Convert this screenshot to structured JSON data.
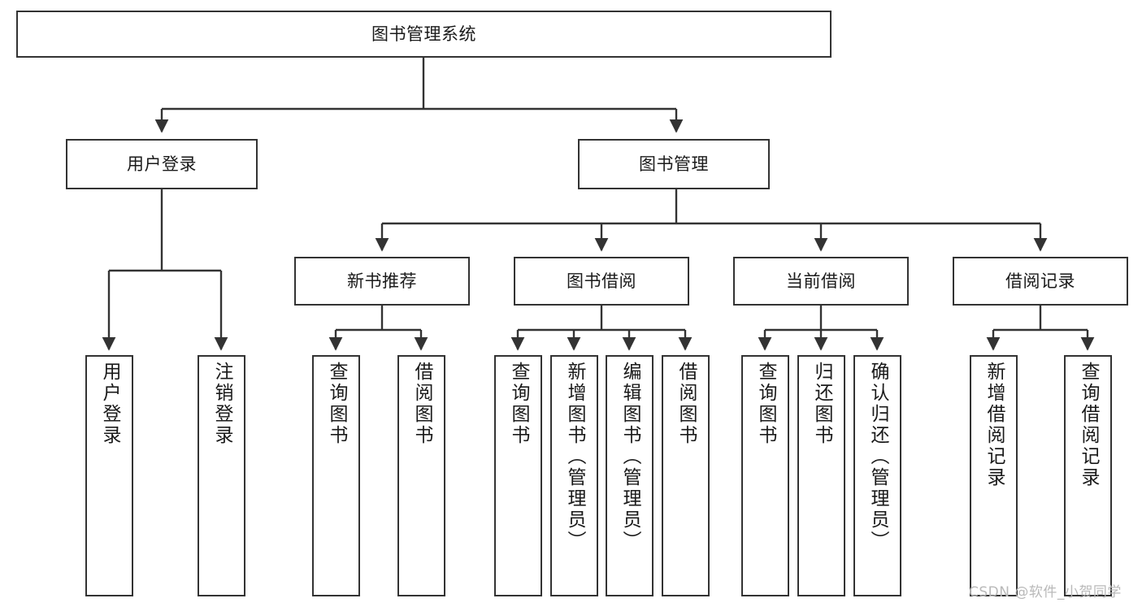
{
  "diagram": {
    "title": "图书管理系统",
    "type": "function-structure-tree",
    "colors": {
      "box_border": "#333333",
      "box_fill": "#ffffff",
      "edge": "#333333",
      "text": "#1a1a1a",
      "background": "#ffffff",
      "watermark": "#b9b9b9"
    },
    "root": {
      "label": "图书管理系统"
    },
    "level2": [
      {
        "label": "用户登录"
      },
      {
        "label": "图书管理"
      }
    ],
    "level3": [
      {
        "label": "新书推荐"
      },
      {
        "label": "图书借阅"
      },
      {
        "label": "当前借阅"
      },
      {
        "label": "借阅记录"
      }
    ],
    "leaves": {
      "user_login": [
        {
          "label": "用户登录"
        },
        {
          "label": "注销登录"
        }
      ],
      "new_book": [
        {
          "label": "查询图书"
        },
        {
          "label": "借阅图书"
        }
      ],
      "book_borrow": [
        {
          "label": "查询图书"
        },
        {
          "label": "新增图书（管理员）"
        },
        {
          "label": "编辑图书（管理员）"
        },
        {
          "label": "借阅图书"
        }
      ],
      "current_borrow": [
        {
          "label": "查询图书"
        },
        {
          "label": "归还图书"
        },
        {
          "label": "确认归还（管理员）"
        }
      ],
      "borrow_record": [
        {
          "label": "新增借阅记录"
        },
        {
          "label": "查询借阅记录"
        }
      ]
    }
  },
  "watermark": {
    "text": "CSDN @软件_小贺同学"
  }
}
